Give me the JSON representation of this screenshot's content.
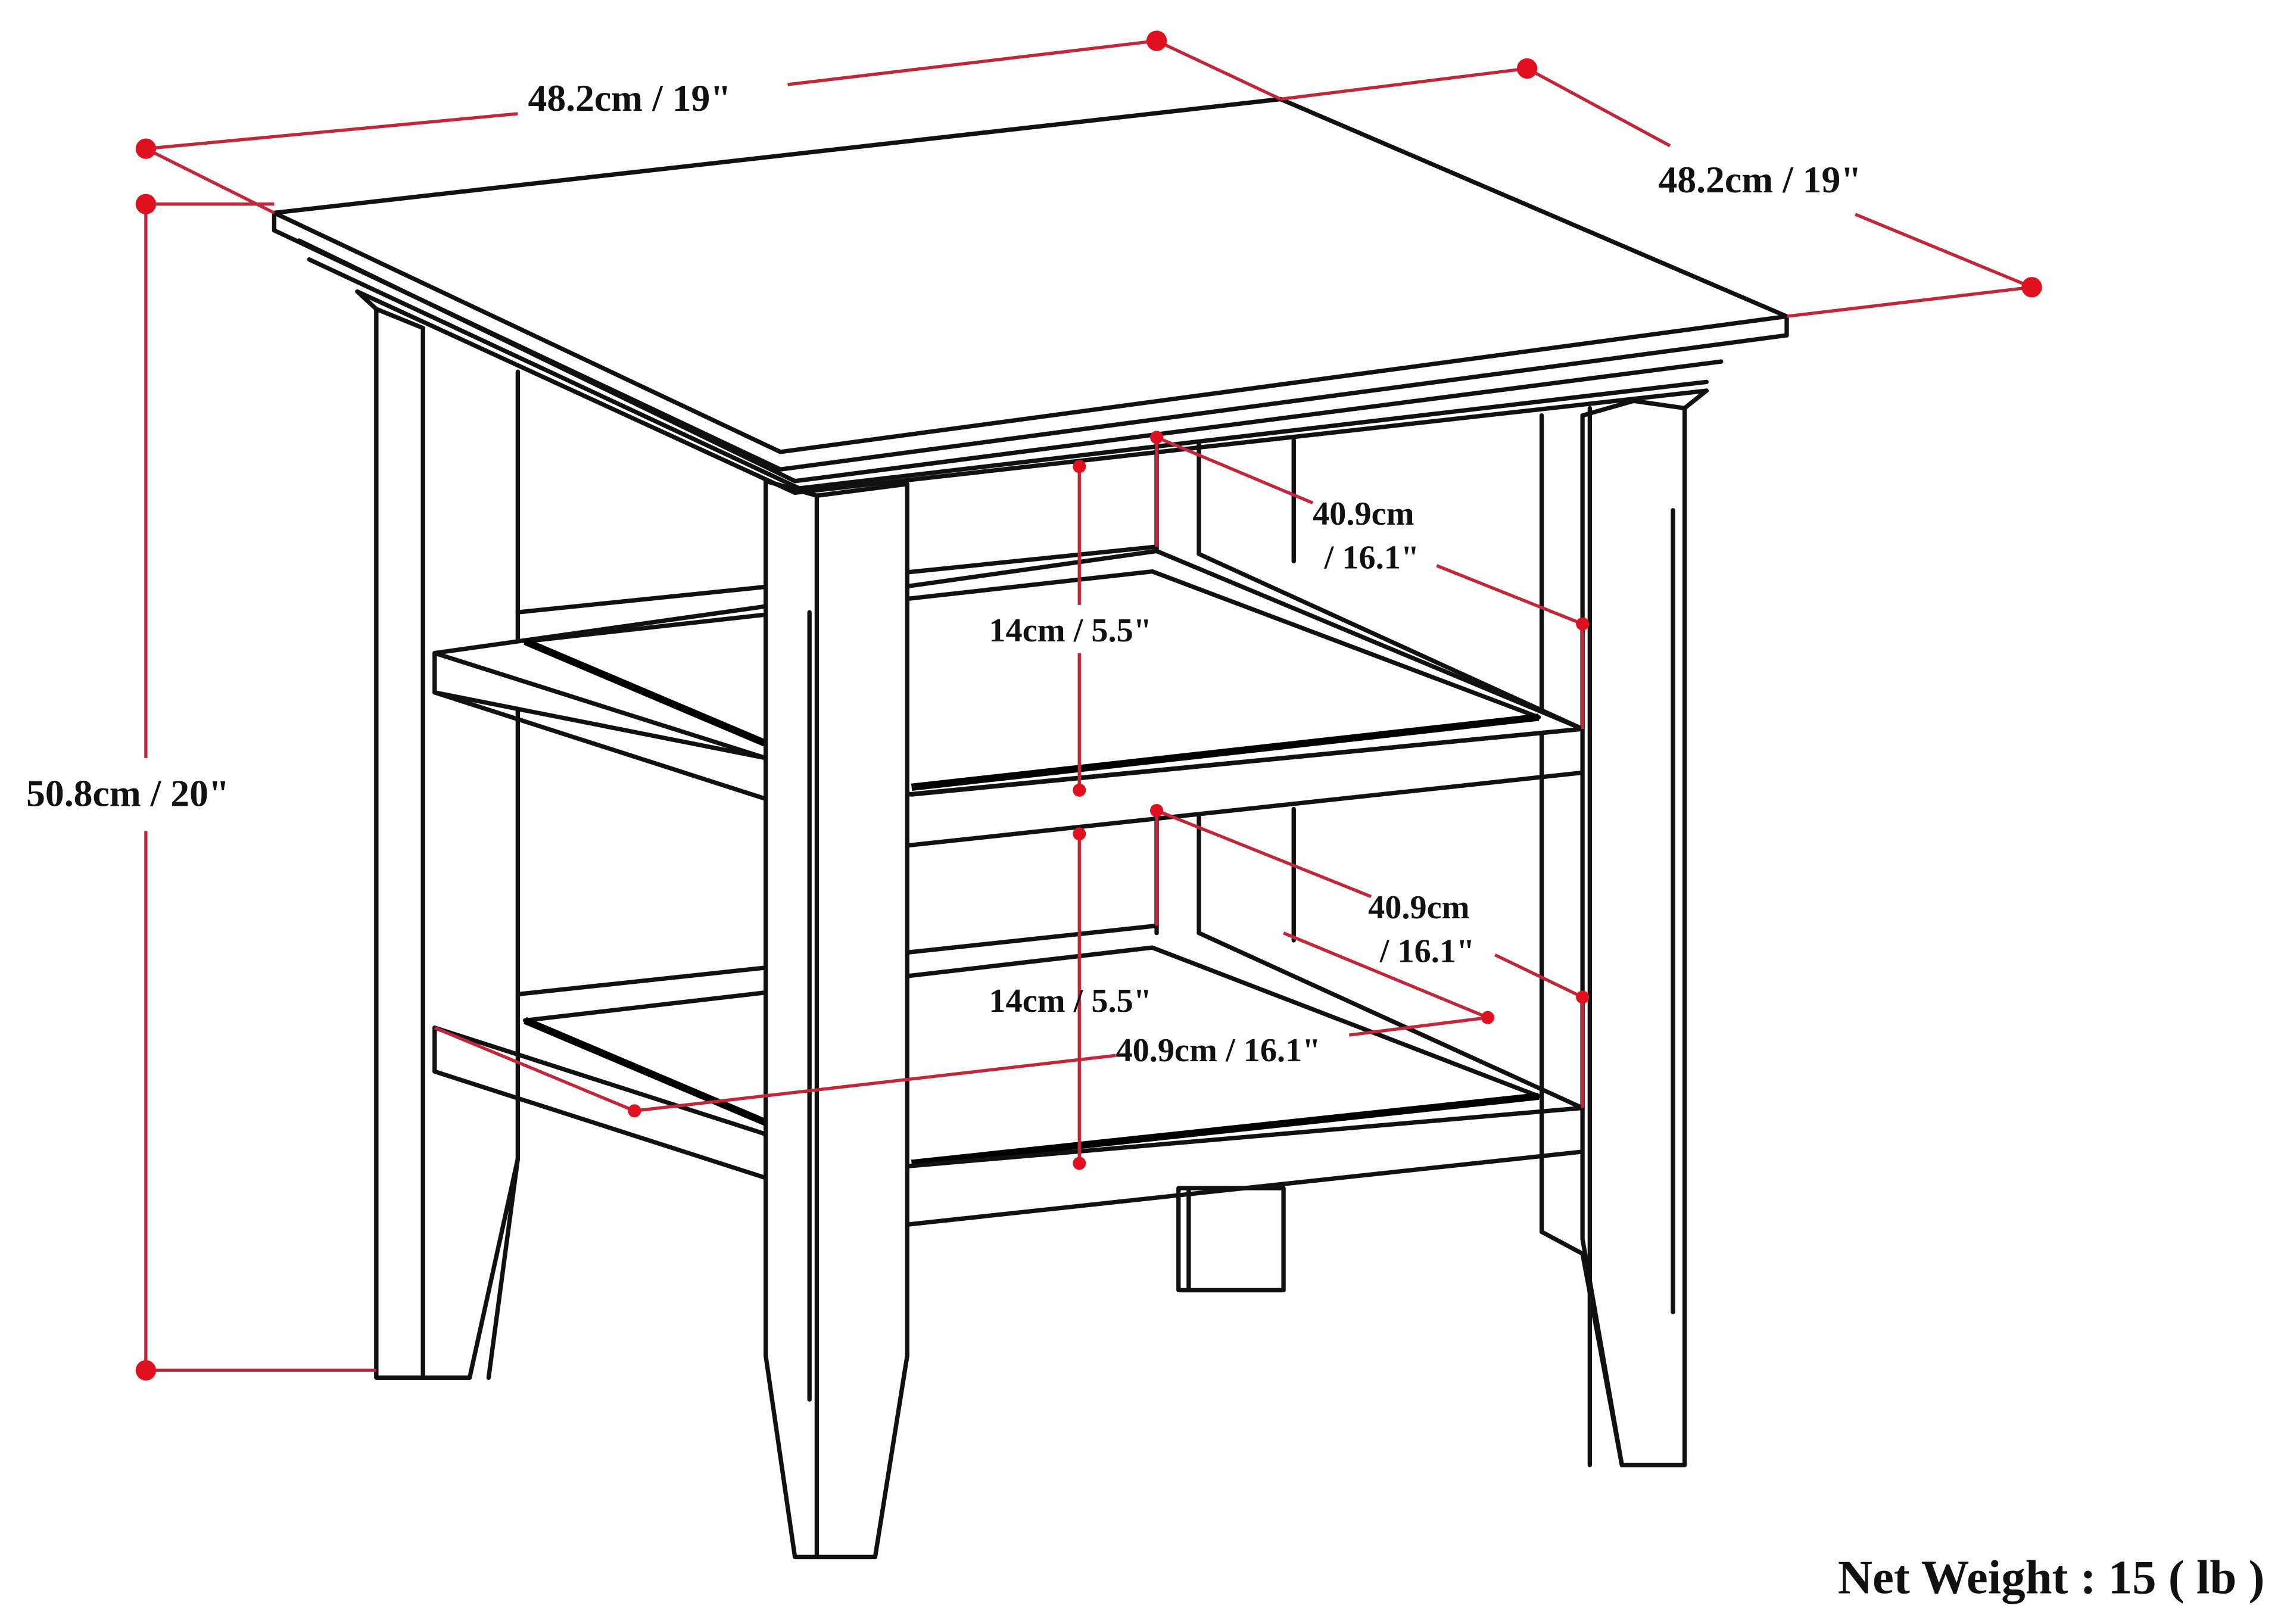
{
  "diagram": {
    "title": "End table dimension drawing",
    "line_colors": {
      "outline": "#111111",
      "dimension": "#c0283a",
      "endpoint_dot": "#e0101e"
    },
    "dimensions": {
      "top_width": "48.2cm / 19\"",
      "top_depth": "48.2cm / 19\"",
      "overall_height": "50.8cm / 20\"",
      "upper_shelf_gap": "14cm / 5.5\"",
      "lower_shelf_gap": "14cm / 5.5\"",
      "upper_shelf_depth_line1": "40.9cm",
      "upper_shelf_depth_line2": "/ 16.1\"",
      "lower_shelf_depth_line1": "40.9cm",
      "lower_shelf_depth_line2": "/ 16.1\"",
      "lower_shelf_width": "40.9cm / 16.1\""
    },
    "net_weight": "Net Weight : 15 ( lb )"
  }
}
